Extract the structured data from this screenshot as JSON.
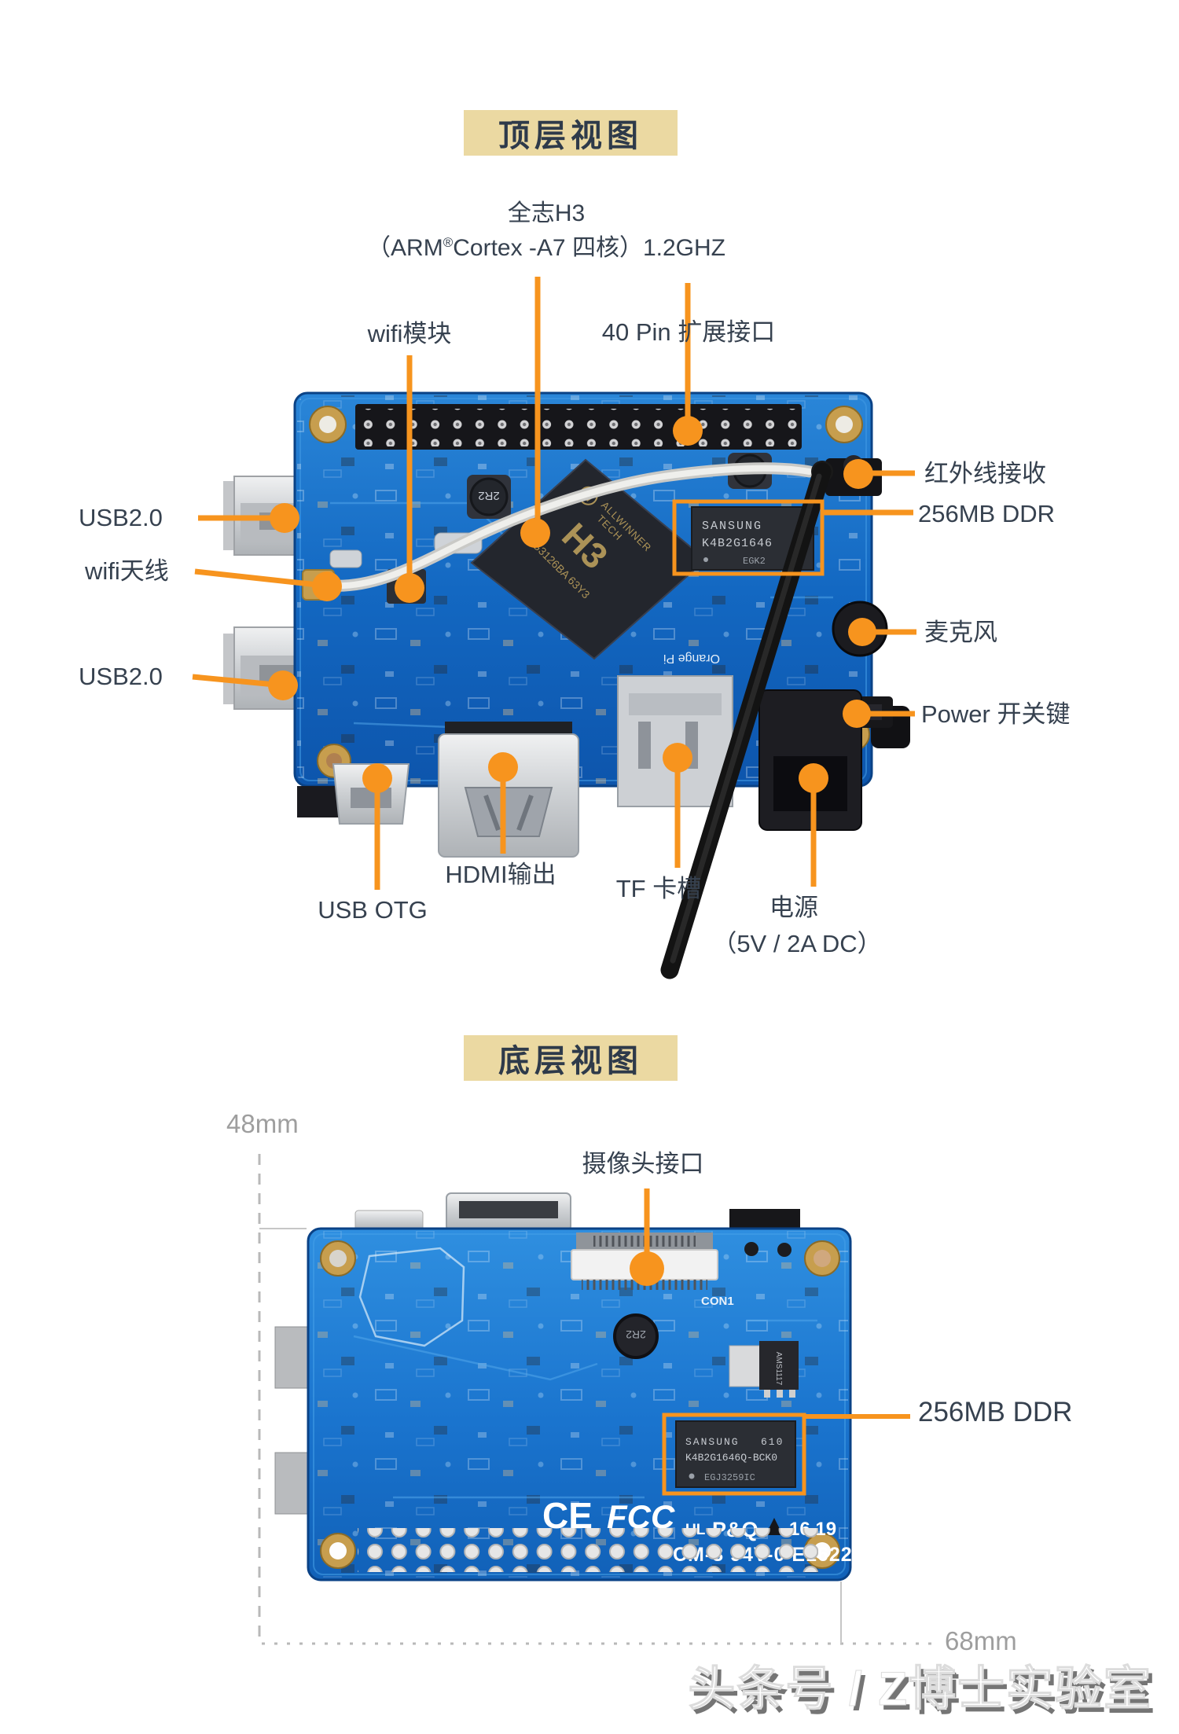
{
  "colors": {
    "accent_orange": "#F7941E",
    "badge_bg": "#EBD9A2",
    "label_text": "#36414F",
    "pcb_blue": "#1472CC",
    "dim_gray": "#9E9E9E"
  },
  "top_view": {
    "badge": "顶层视图",
    "cpu": {
      "line1": "全志H3",
      "line2_pre": "（ARM",
      "reg": "®",
      "line2_post": "Cortex -A7 四核）1.2GHZ"
    },
    "labels": {
      "wifi_module": "wifi模块",
      "pin40": "40 Pin 扩展接口",
      "usb_1": "USB2.0",
      "wifi_antenna": "wifi天线",
      "usb_2": "USB2.0",
      "ir": "红外线接收",
      "ddr": "256MB DDR",
      "mic": "麦克风",
      "power_button": "Power 开关键",
      "hdmi": "HDMI输出",
      "tf": "TF 卡槽",
      "usb_otg": "USB OTG",
      "power": "电源",
      "power_spec": "（5V / 2A DC）"
    },
    "silkscreen": {
      "soc_logo": "W",
      "soc_brand_1": "ALLWINNER",
      "soc_brand_2": "TECH",
      "soc_model": "H3",
      "soc_code": "G3126BA 63Y3",
      "ddr_1": "SANSUNG",
      "ddr_2": "K4B2G1646",
      "ddr_3": "EGK2",
      "inductor_a": "2R2",
      "inductor_b": "2R2",
      "logo": "Orange Pi"
    }
  },
  "bottom_view": {
    "badge": "底层视图",
    "labels": {
      "camera": "摄像头接口",
      "ddr": "256MB DDR"
    },
    "dimensions": {
      "height": "48mm",
      "width": "68mm"
    },
    "silkscreen": {
      "ddr_1": "SANSUNG",
      "ddr_1b": "610",
      "ddr_2": "K4B2G1646Q-BCK0",
      "ddr_3": "EGJ3259IC",
      "coil": "2R2",
      "ams": "AMS1117",
      "ce": "CE",
      "fcc": "FCC",
      "ul": "UL",
      "pq": "P&Q",
      "date": "16 19",
      "cert": "CM-3 94V-0 E162264",
      "con": "CON1"
    }
  },
  "footer": {
    "watermark": "头条号 / Z博士实验室"
  }
}
